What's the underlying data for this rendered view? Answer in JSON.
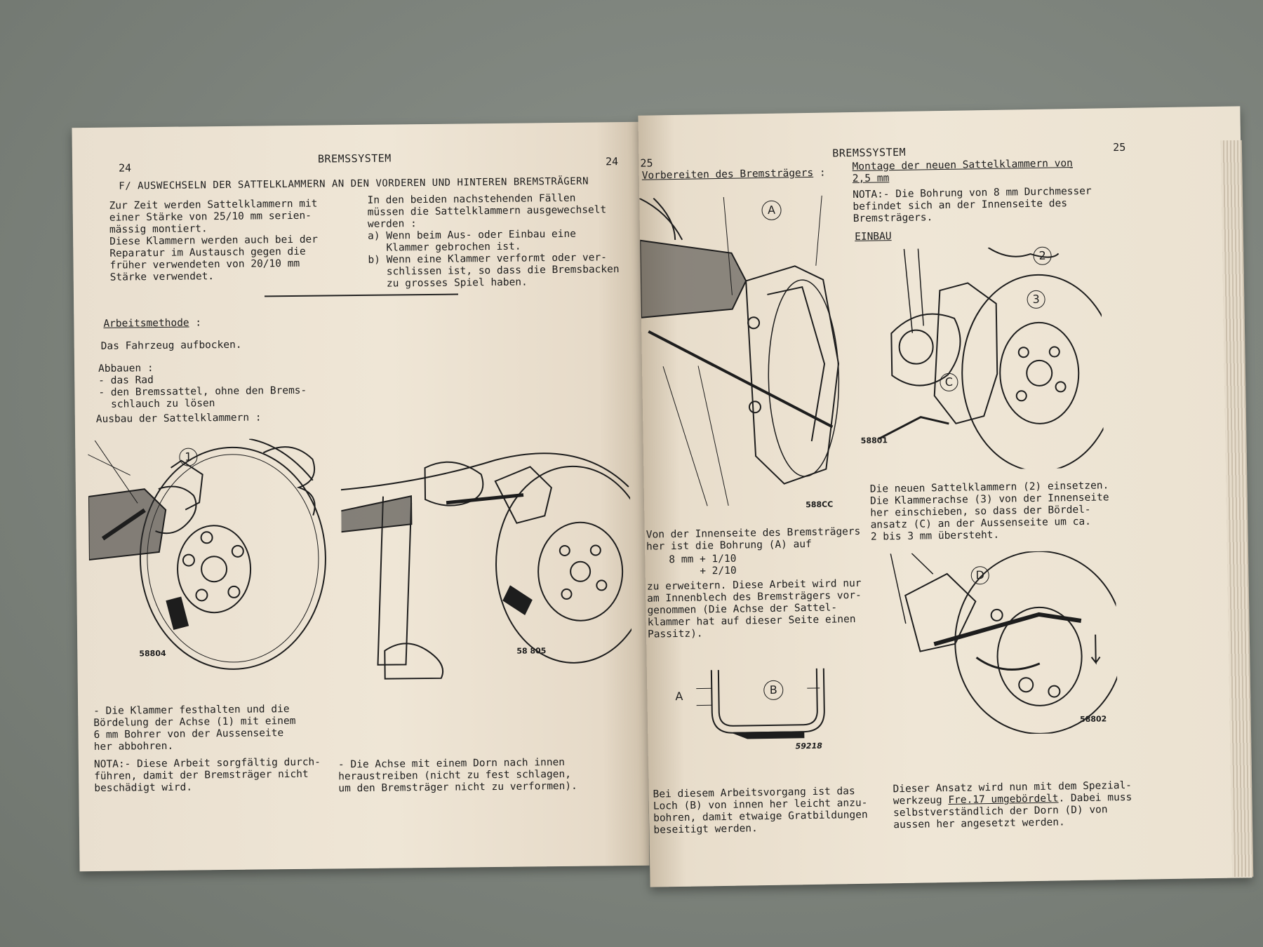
{
  "left_page": {
    "page_number_left": "24",
    "page_number_right": "24",
    "header": "BREMSSYSTEM",
    "title": "F/ AUSWECHSELN DER SATTELKLAMMERN AN DEN VORDEREN UND HINTEREN BREMSTRÄGERN",
    "intro_col1": "Zur Zeit werden Sattelklammern mit\neiner Stärke von 25/10 mm serien-\nmässig montiert.\nDiese Klammern werden auch bei der\nReparatur im Austausch gegen die\nfrüher verwendeten von 20/10 mm\nStärke verwendet.",
    "intro_col2": "In den beiden nachstehenden Fällen\nmüssen die Sattelklammern ausgewechselt\nwerden :\na) Wenn beim Aus- oder Einbau eine\n   Klammer gebrochen ist.\nb) Wenn eine Klammer verformt oder ver-\n   schlissen ist, so dass die Bremsbacken\n   zu grosses Spiel haben.",
    "method_heading": "Arbeitsmethode",
    "method_colon": " :",
    "step_jack": "Das Fahrzeug aufbocken.",
    "remove_list": "Abbauen :\n- das Rad\n- den Bremssattel, ohne den Brems-\n  schlauch zu lösen",
    "removal_heading": "Ausbau der Sattelklammern :",
    "fig1_number": "58804",
    "fig2_number": "58 805",
    "callout_1": "1",
    "text_drill": "- Die Klammer festhalten und die\nBördelung der Achse (1) mit einem\n6 mm Bohrer von der Aussenseite\nher abbohren.",
    "text_nota": "NOTA:- Diese Arbeit sorgfältig durch-\nführen, damit der Bremsträger nicht\nbeschädigt wird.",
    "text_axle": "- Die Achse mit einem Dorn nach innen\nheraustreiben (nicht zu fest schlagen,\num den Bremsträger nicht zu verformen)."
  },
  "right_page": {
    "page_number_left": "25",
    "page_number_right": "25",
    "header": "BREMSSYSTEM",
    "prep_heading": "Vorbereiten des Bremsträgers",
    "prep_colon": " :",
    "fig_a_number": "588CC",
    "callout_a": "A",
    "prep_text1": "Von der Innenseite des Bremsträgers\nher ist die Bohrung (A) auf",
    "prep_tolerance": "8 mm + 1/10\n     + 2/10",
    "prep_text2": "zu erweitern. Diese Arbeit wird nur\nam Innenblech des Bremsträgers vor-\ngenommen (Die Achse der Sattel-\nklammer hat auf dieser Seite einen\nPassitz).",
    "fig_section_number": "59218",
    "section_label_a": "A",
    "section_label_b": "B",
    "prep_text3": "Bei diesem Arbeitsvorgang ist das\nLoch (B) von innen her leicht anzu-\nbohren, damit etwaige Gratbildungen\nbeseitigt werden.",
    "mount_heading": "Montage der neuen Sattelklammern von\n2,5 mm",
    "mount_nota": "NOTA:- Die Bohrung von 8 mm Durchmesser\nbefindet sich an der Innenseite des\nBremsträgers.",
    "einbau_heading": "EINBAU",
    "fig_b_number": "58801",
    "callout_2": "2",
    "callout_3": "3",
    "callout_c": "C",
    "einbau_text": "Die neuen Sattelklammern (2) einsetzen.\nDie Klammerachse (3) von der Innenseite\nher einschieben, so dass der Bördel-\nansatz (C) an der Aussenseite um ca.\n2 bis 3 mm übersteht.",
    "fig_c_number": "58802",
    "callout_d": "D",
    "final_text_line1": "Dieser Ansatz wird nun mit dem Spezial-",
    "final_text_line2a": "werkzeug ",
    "final_text_tool": "Fre.17 umgebördelt",
    "final_text_line2b": ". Dabei muss",
    "final_text_rest": "selbstverständlich der Dorn (D) von\naussen her angesetzt werden."
  }
}
